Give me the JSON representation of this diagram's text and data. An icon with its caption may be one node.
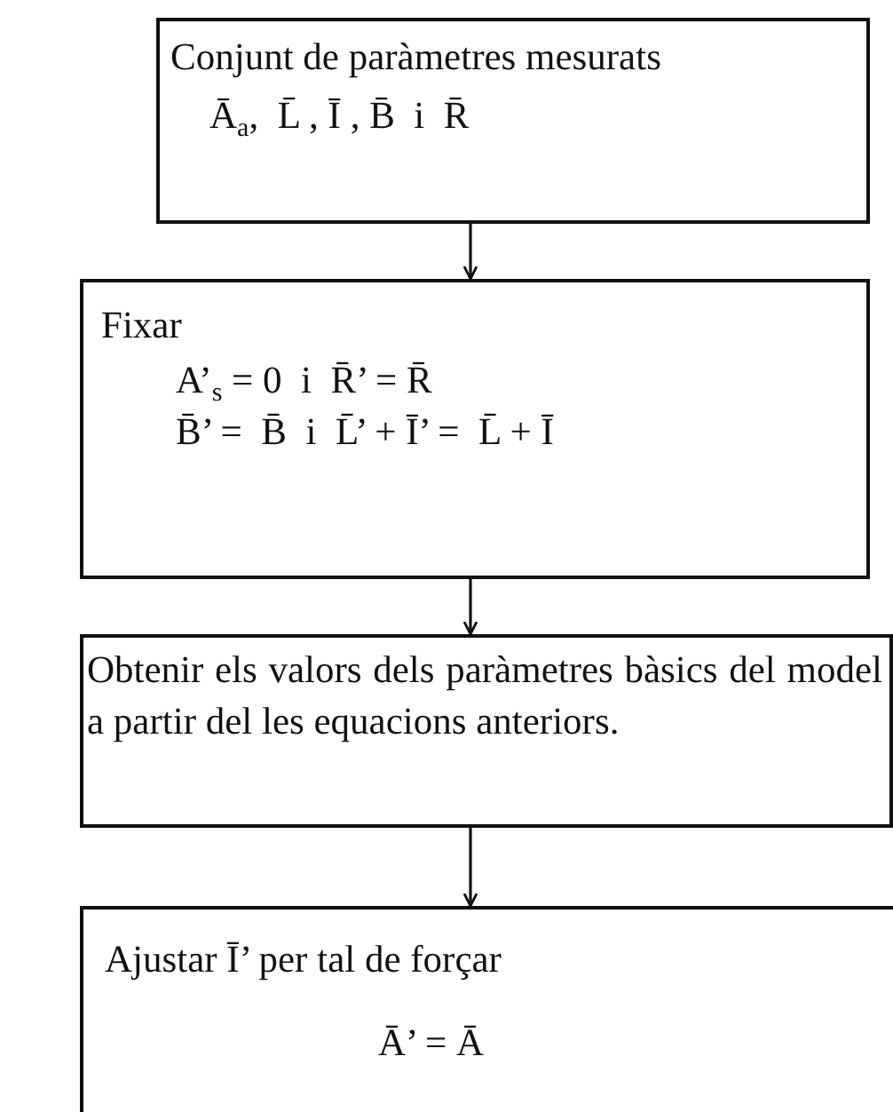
{
  "diagram": {
    "nodes": [
      {
        "text": [
          "Conjunt de paràmetres mesurats",
          "Ā$_{a}$,  L̄ , Ī , B̄  i  R̄"
        ]
      },
      {
        "text": [
          "Fixar",
          "A’$_{s}$ = 0  i  R̄’ = R̄",
          "B̄’ =  B̄  i  L̄’ + Ī’ =  L̄ + Ī"
        ]
      },
      {
        "text": [
          "Obtenir els valors dels paràmetres bàsics del model a partir del les equacions anteriors."
        ]
      },
      {
        "text": [
          "Ajustar Ī’ per tal de forçar",
          "Ā’ = Ā"
        ]
      }
    ],
    "edges": [
      {
        "from": 0,
        "to": 1,
        "arrow": "to"
      },
      {
        "from": 1,
        "to": 2,
        "arrow": "to"
      },
      {
        "from": 2,
        "to": 3,
        "arrow": "to"
      }
    ]
  }
}
